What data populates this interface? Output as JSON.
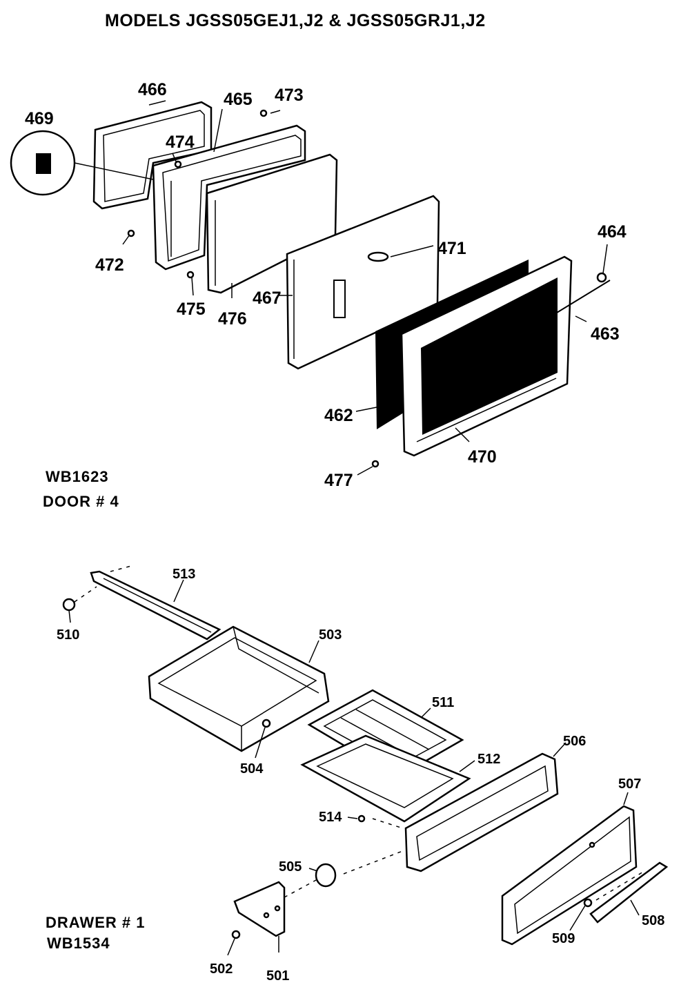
{
  "title": "MODELS JGSS05GEJ1,J2 & JGSS05GRJ1,J2",
  "door_section": {
    "code": "WB1623",
    "name": "DOOR # 4",
    "part_labels": {
      "p462": "462",
      "p463": "463",
      "p464": "464",
      "p465": "465",
      "p466": "466",
      "p467": "467",
      "p469": "469",
      "p470": "470",
      "p471": "471",
      "p472": "472",
      "p473": "473",
      "p474": "474",
      "p475": "475",
      "p476": "476",
      "p477": "477"
    }
  },
  "drawer_section": {
    "name": "DRAWER # 1",
    "code": "WB1534",
    "part_labels": {
      "p501": "501",
      "p502": "502",
      "p503": "503",
      "p504": "504",
      "p505": "505",
      "p506": "506",
      "p507": "507",
      "p508": "508",
      "p509": "509",
      "p510": "510",
      "p511": "511",
      "p512": "512",
      "p513": "513",
      "p514": "514"
    }
  }
}
